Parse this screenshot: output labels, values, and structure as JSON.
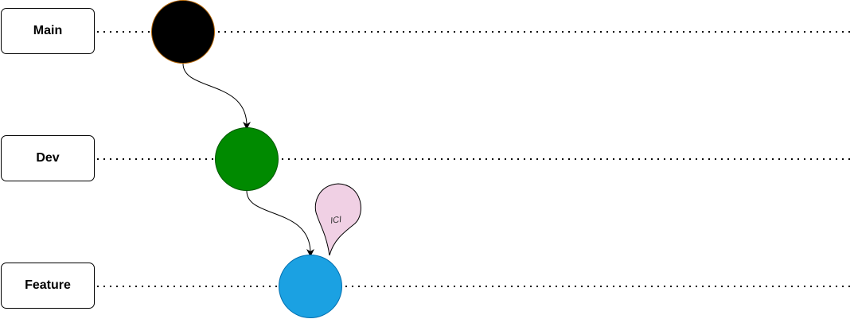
{
  "branches": [
    {
      "label": "Main",
      "commit_color": "#000000",
      "commit_stroke": "#b46504"
    },
    {
      "label": "Dev",
      "commit_color": "#008a00",
      "commit_stroke": "#005700"
    },
    {
      "label": "Feature",
      "commit_color": "#1ba1e2",
      "commit_stroke": "#006eaf"
    }
  ],
  "callout": {
    "text": "ICI",
    "fill": "#f0d0e4"
  }
}
